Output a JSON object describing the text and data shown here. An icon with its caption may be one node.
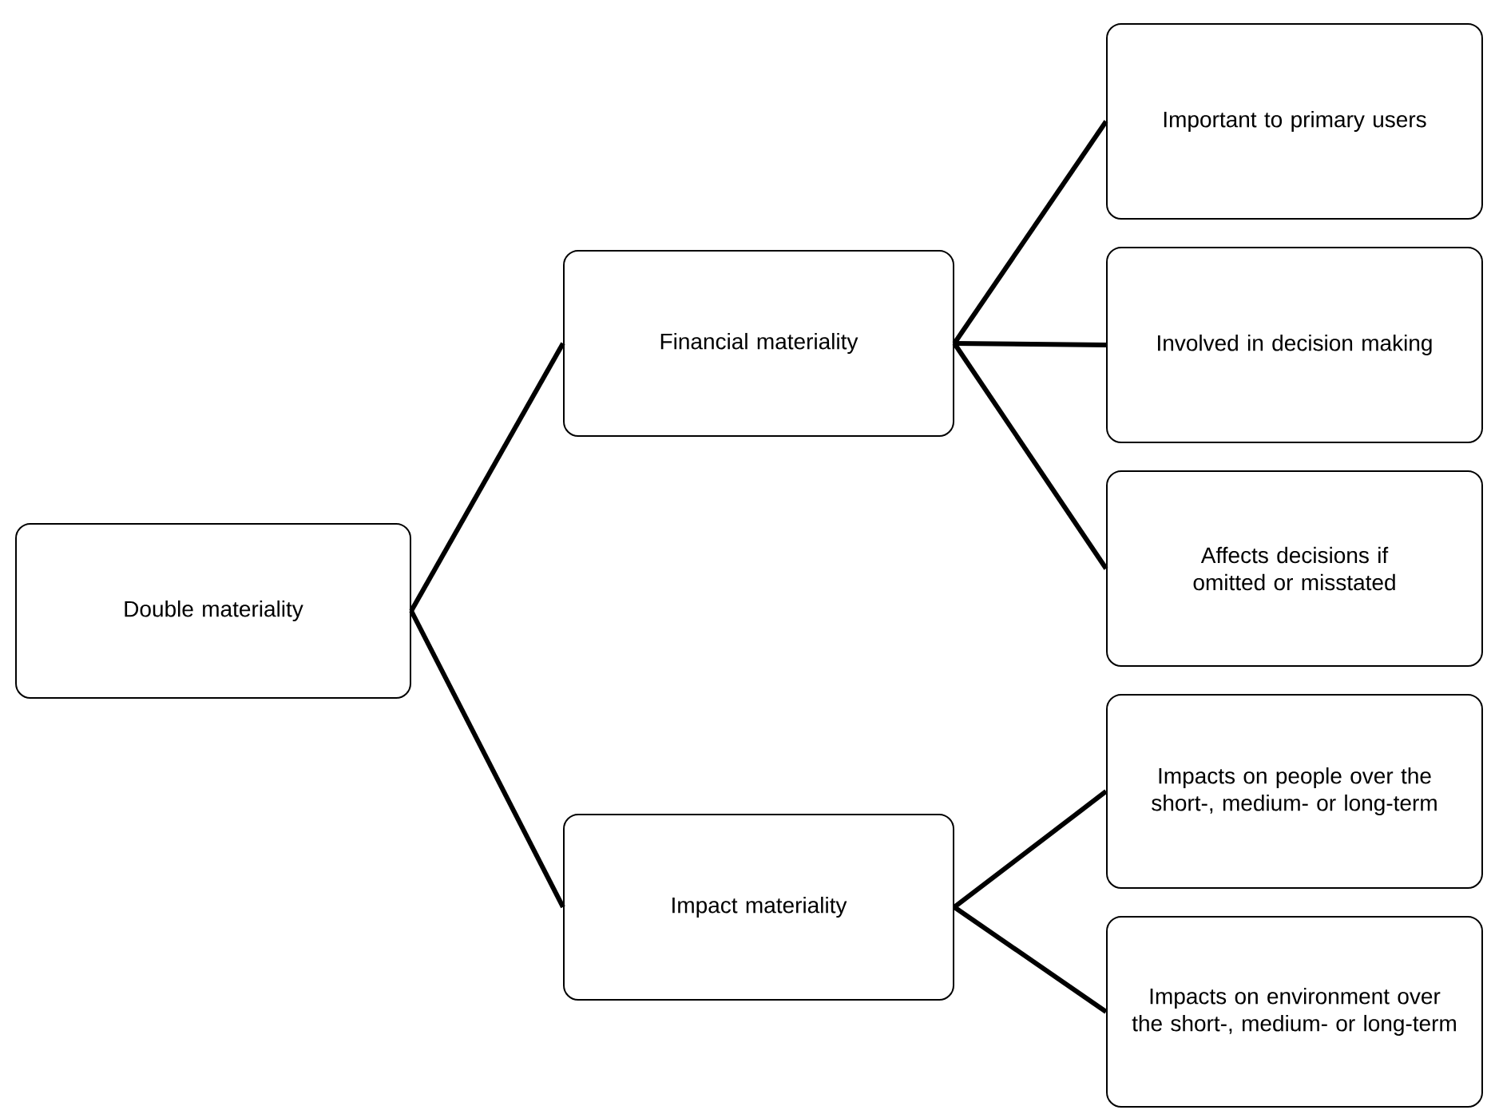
{
  "diagram": {
    "nodes": [
      {
        "text": [
          "Double materiality"
        ]
      },
      {
        "text": [
          "Financial materiality"
        ]
      },
      {
        "text": [
          "Impact materiality"
        ]
      },
      {
        "text": [
          "Important to primary users"
        ]
      },
      {
        "text": [
          "Involved in decision making"
        ]
      },
      {
        "text": [
          "Affects decisions if omitted or misstated"
        ]
      },
      {
        "text": [
          "Impacts on people over the short-, medium- or long-term"
        ]
      },
      {
        "text": [
          "Impacts on environment over the short-, medium- or long-term"
        ]
      }
    ],
    "edges": [
      {
        "from": 0,
        "to": 1,
        "arrow": "none"
      },
      {
        "from": 0,
        "to": 2,
        "arrow": "none"
      },
      {
        "from": 1,
        "to": 3,
        "arrow": "none"
      },
      {
        "from": 1,
        "to": 4,
        "arrow": "none"
      },
      {
        "from": 1,
        "to": 5,
        "arrow": "none"
      },
      {
        "from": 2,
        "to": 6,
        "arrow": "none"
      },
      {
        "from": 2,
        "to": 7,
        "arrow": "none"
      }
    ]
  }
}
